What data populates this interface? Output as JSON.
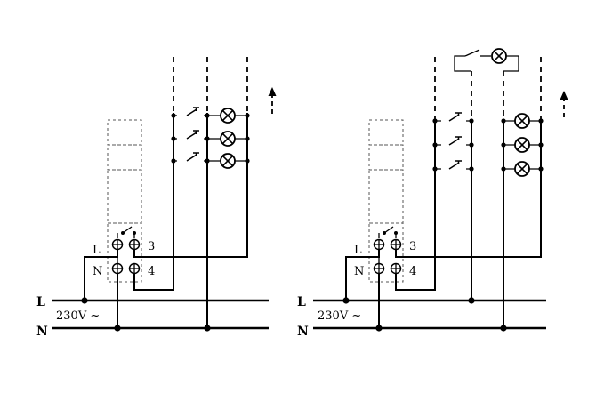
{
  "diagrams": [
    {
      "label_L": "L",
      "label_N": "N",
      "label_3": "3",
      "label_4": "4",
      "bus_L": "L",
      "bus_N": "N",
      "voltage": "230V ~"
    },
    {
      "label_L": "L",
      "label_N": "N",
      "label_3": "3",
      "label_4": "4",
      "bus_L": "L",
      "bus_N": "N",
      "voltage": "230V ~"
    }
  ]
}
